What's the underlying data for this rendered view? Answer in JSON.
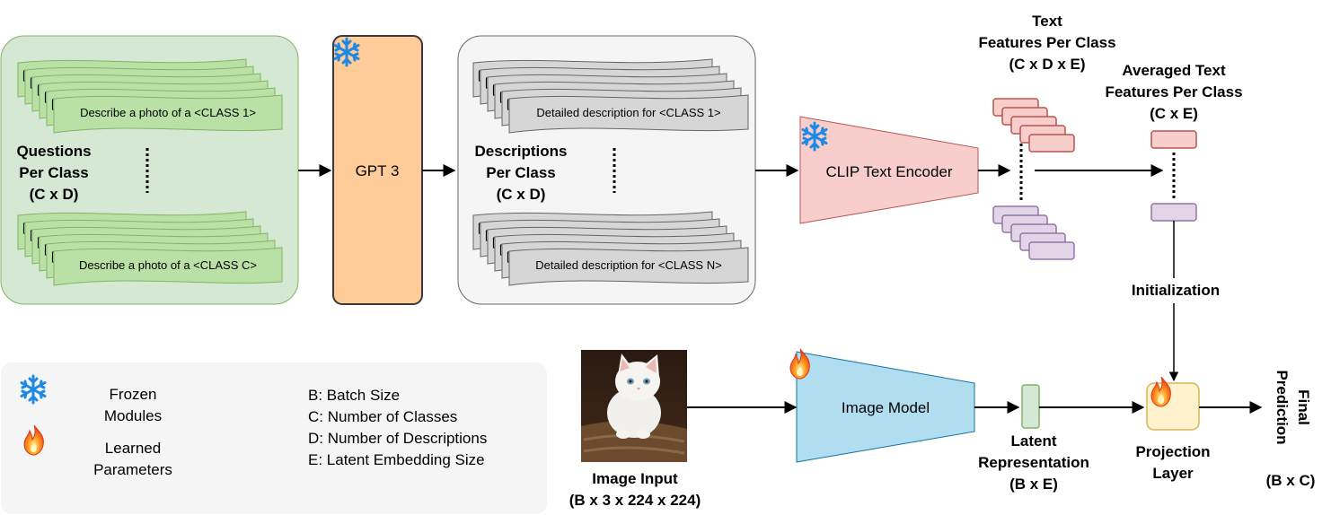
{
  "questions_panel": {
    "front_card_top": "Describe a photo of a <CLASS 1>",
    "front_card_bottom": "Describe a photo of a <CLASS C>",
    "back_card_char": "[",
    "label_line1": "Questions",
    "label_line2": "Per Class",
    "label_line3": "(C x D)"
  },
  "gpt_box": {
    "label": "GPT 3"
  },
  "descriptions_panel": {
    "front_card_top": "Detailed description for <CLASS 1>",
    "front_card_bottom": "Detailed description for <CLASS N>",
    "back_card_char": "[",
    "label_line1": "Descriptions",
    "label_line2": "Per Class",
    "label_line3": "(C x D)"
  },
  "clip_encoder": {
    "label": "CLIP Text Encoder"
  },
  "text_features": {
    "line1": "Text",
    "line2": "Features Per Class",
    "line3": "(C x D x E)"
  },
  "averaged_features": {
    "line1": "Averaged Text",
    "line2": "Features Per Class",
    "line3": "(C x E)"
  },
  "initialization_label": "Initialization",
  "legend": {
    "frozen_line1": "Frozen",
    "frozen_line2": "Modules",
    "learned_line1": "Learned",
    "learned_line2": "Parameters",
    "defs": [
      "B: Batch Size",
      "C: Number of Classes",
      "D: Number of Descriptions",
      "E: Latent Embedding Size"
    ]
  },
  "image_input": {
    "line1": "Image Input",
    "line2": "(B x 3 x 224 x 224)"
  },
  "image_model": {
    "label": "Image Model"
  },
  "latent": {
    "line1": "Latent",
    "line2": "Representation",
    "line3": "(B x E)"
  },
  "projection": {
    "line1": "Projection",
    "line2": "Layer"
  },
  "final_prediction": {
    "line1": "Final",
    "line2": "Prediction",
    "line3": "(B x C)"
  },
  "colors": {
    "green_panel": "#d5e8d4",
    "green_border": "#82b366",
    "green_card": "#b9e0a5",
    "gray_panel": "#f5f5f5",
    "gray_card": "#d6d6d6",
    "orange": "#ffcc99",
    "orange_border": "#36393d",
    "pink": "#f8cecc",
    "pink_border": "#b85450",
    "purple": "#e1d5e7",
    "purple_border": "#9673a6",
    "blue_model": "#b1ddf0",
    "blue_border": "#10739e",
    "snowflake": "#1e88e5",
    "latent_green": "#d5e8d4",
    "projection_fill": "#fff2cc",
    "projection_border": "#d6b656",
    "legend_bg": "#f5f5f5"
  },
  "icons": [
    "snowflake-icon",
    "flame-icon",
    "kitten-image"
  ]
}
